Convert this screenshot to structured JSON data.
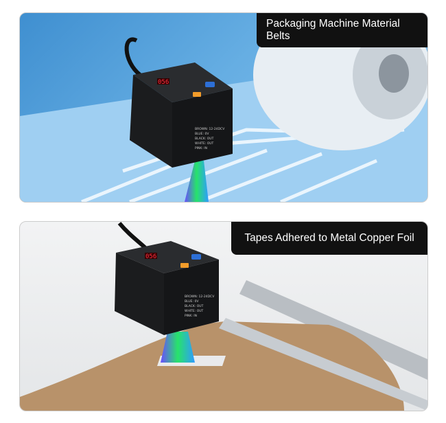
{
  "panels": [
    {
      "caption": "Packaging Machine Material Belts"
    },
    {
      "caption": "Tapes Adhered to Metal Copper Foil"
    }
  ],
  "sensor": {
    "display": "056",
    "wiring": [
      "BROWN: 12-24DCV",
      "BLUE: 0V",
      "BLACK: OUT",
      "WHITE: OUT",
      "PINK: IN"
    ]
  },
  "colors": {
    "caption_bg": "#111111",
    "panel1_bg": "#5aa6de",
    "copper_foil": "#b8926a"
  }
}
